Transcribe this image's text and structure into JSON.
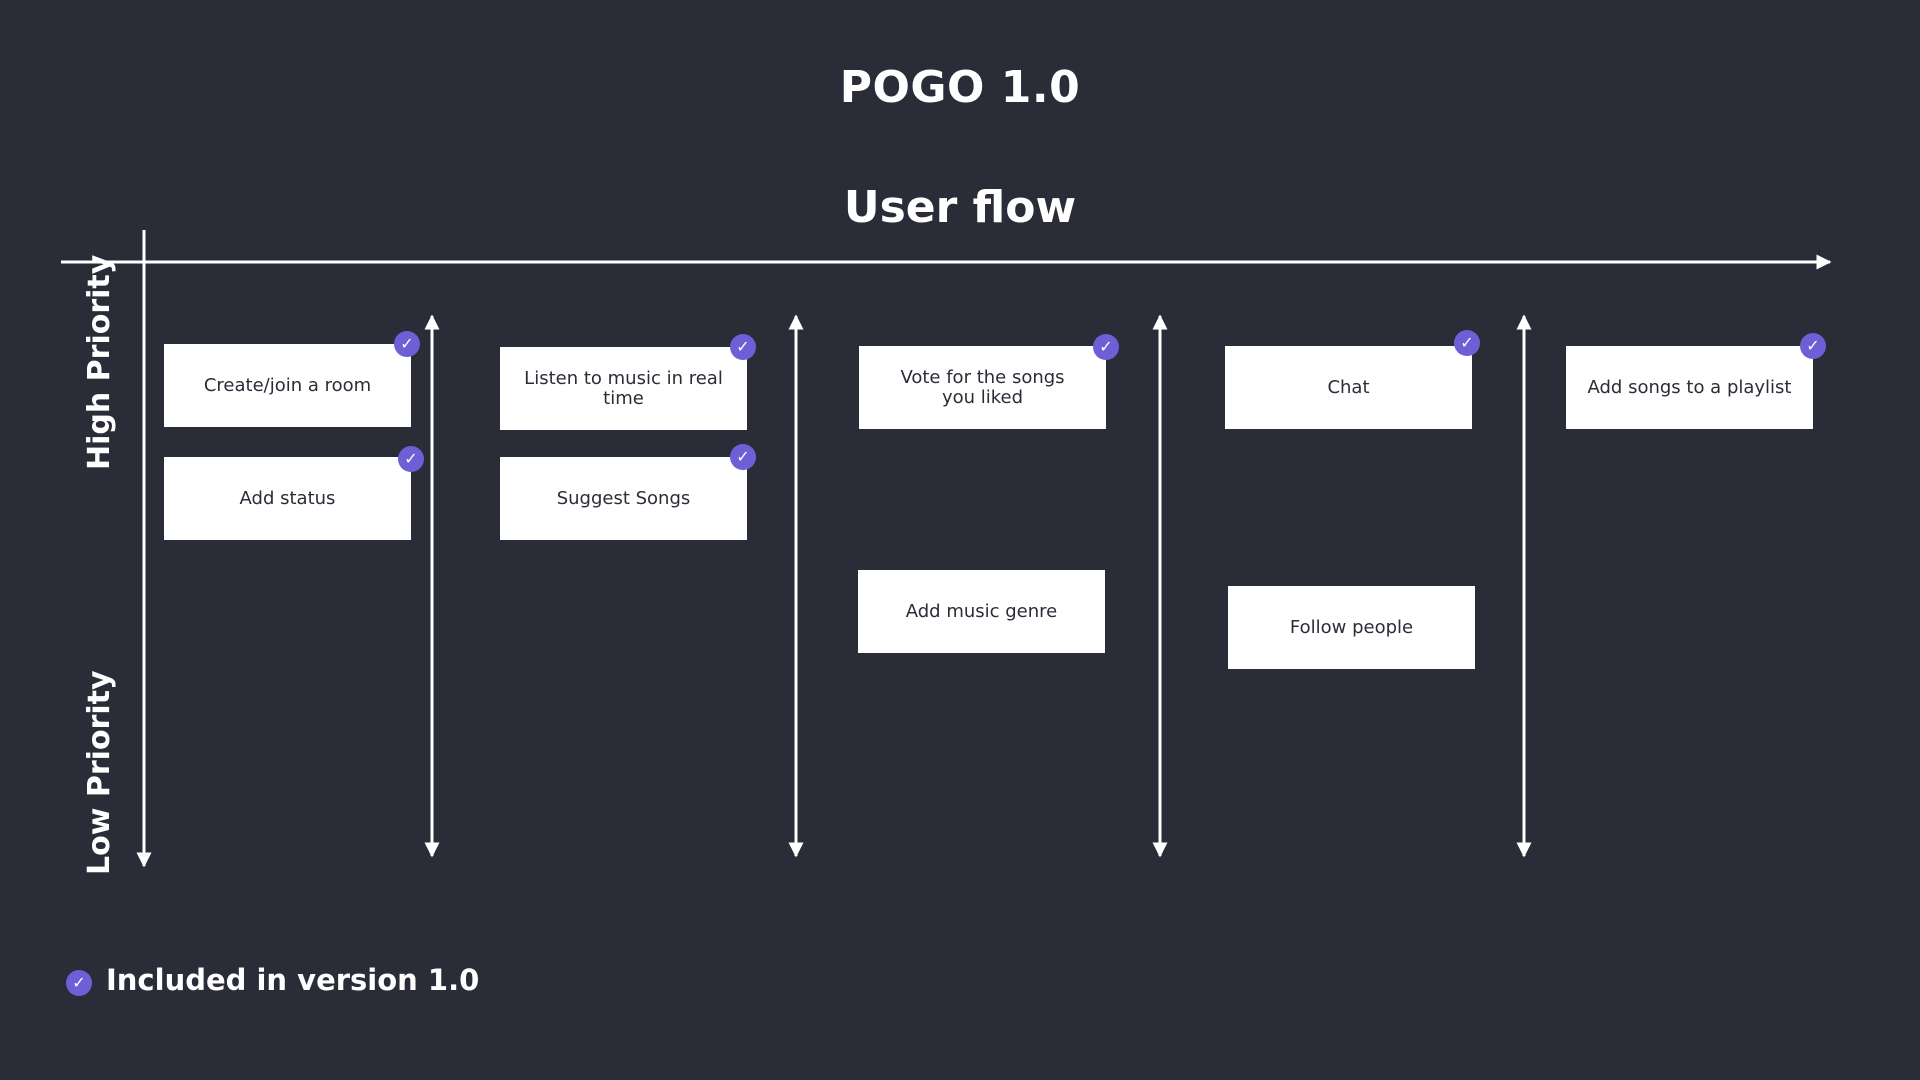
{
  "title": "POGO 1.0",
  "subtitle": "User flow",
  "axis": {
    "high_label": "High Priority",
    "low_label": "Low Priority"
  },
  "cards": [
    {
      "label": "Create/join a room",
      "included": true
    },
    {
      "label": "Add status",
      "included": true
    },
    {
      "label": "Listen to music in real time",
      "included": true
    },
    {
      "label": "Suggest Songs",
      "included": true
    },
    {
      "label": "Vote for the songs you liked",
      "included": true
    },
    {
      "label": "Add music genre",
      "included": false
    },
    {
      "label": "Chat",
      "included": true
    },
    {
      "label": "Follow people",
      "included": false
    },
    {
      "label": "Add songs to a playlist",
      "included": true
    }
  ],
  "legend": {
    "label": "Included in version 1.0",
    "icon": "check-icon"
  },
  "colors": {
    "background": "#2a2d37",
    "accent": "#6e5fd6",
    "card": "#ffffff",
    "text": "#ffffff"
  }
}
